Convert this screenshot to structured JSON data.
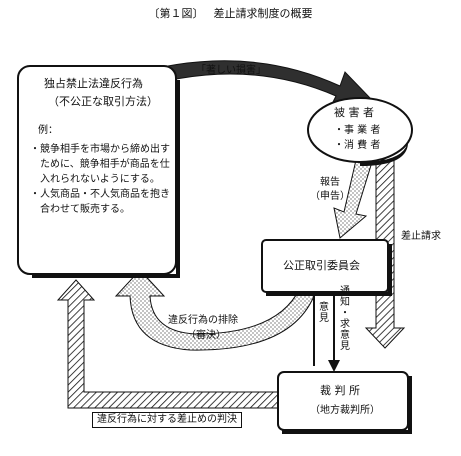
{
  "title": {
    "fig_label": "〔第１図〕",
    "text": "差止請求制度の概要"
  },
  "colors": {
    "line": "#111111",
    "background": "#ffffff",
    "hatch": "#111111"
  },
  "nodes": {
    "violation": {
      "title": "独占禁止法違反行為",
      "subtitle": "（不公正な取引方法）",
      "example_label": "例：",
      "items": [
        {
          "bullet": "・",
          "text": "競争相手を市場から締め出すために、競争相手が商品を仕入れられないようにする。"
        },
        {
          "bullet": "・",
          "text": "人気商品・不人気商品を抱き合わせて販売する。"
        }
      ]
    },
    "victim": {
      "title": "被 害 者",
      "items": [
        "・事 業 者",
        "・消 費 者"
      ]
    },
    "jftc": {
      "title": "公正取引委員会"
    },
    "court": {
      "title": "裁 判 所",
      "subtitle": "（地方裁判所）"
    }
  },
  "arrows": {
    "significant_damage": "「著しい損害」",
    "report": "報告",
    "report_sub": "（申告）",
    "injunction_request": "差止請求",
    "elimination": "違反行為の排除",
    "elimination_sub": "（審決）",
    "opinion": [
      "意",
      "見"
    ],
    "notice": [
      "通",
      "知",
      "・",
      "求",
      "意",
      "見"
    ],
    "injunction_ruling": "違反行為に対する差止めの判決"
  }
}
